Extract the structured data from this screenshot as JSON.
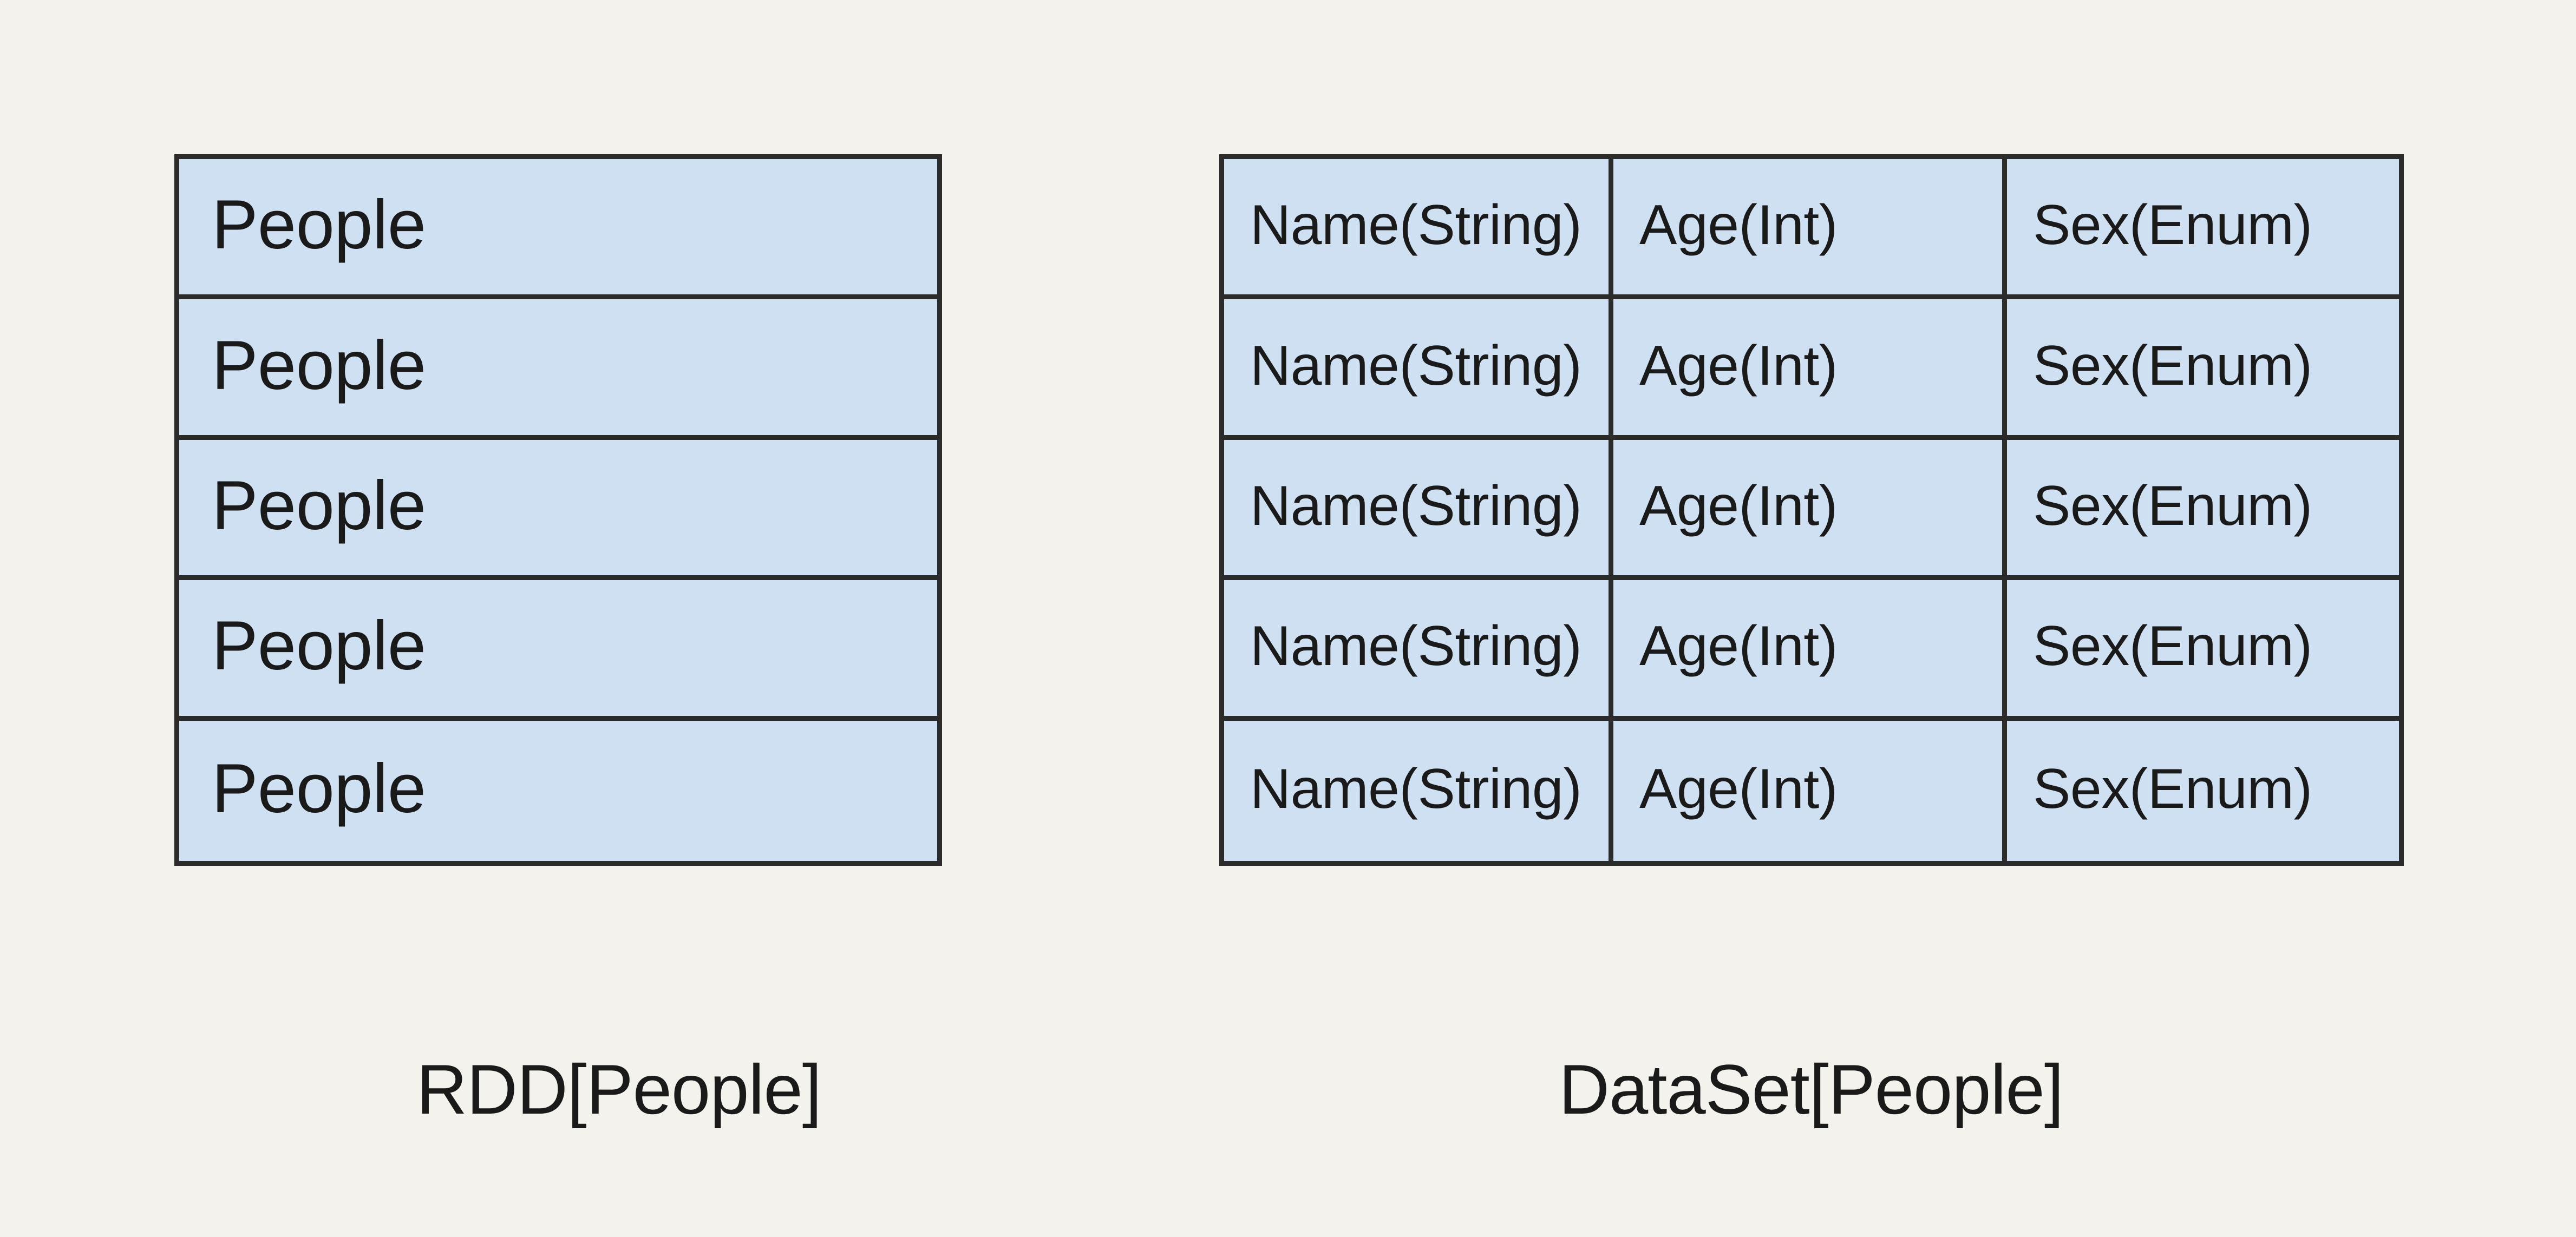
{
  "background_color": "#f4f2ed",
  "cell_fill_color": "#cfe0f3",
  "border_color": "#2b2b2b",
  "text_color": "#1a1a1a",
  "diagram": {
    "title": "",
    "type": "comparison-diagram",
    "panels": [
      {
        "id": "rdd",
        "caption": "RDD[People]",
        "columns": [
          "People"
        ],
        "rows": [
          {
            "cells": [
              "People"
            ]
          },
          {
            "cells": [
              "People"
            ]
          },
          {
            "cells": [
              "People"
            ]
          },
          {
            "cells": [
              "People"
            ]
          },
          {
            "cells": [
              "People"
            ]
          }
        ]
      },
      {
        "id": "dataset",
        "caption": "DataSet[People]",
        "columns": [
          "Name(String)",
          "Age(Int)",
          "Sex(Enum)"
        ],
        "rows": [
          {
            "cells": [
              "Name(String)",
              "Age(Int)",
              "Sex(Enum)"
            ]
          },
          {
            "cells": [
              "Name(String)",
              "Age(Int)",
              "Sex(Enum)"
            ]
          },
          {
            "cells": [
              "Name(String)",
              "Age(Int)",
              "Sex(Enum)"
            ]
          },
          {
            "cells": [
              "Name(String)",
              "Age(Int)",
              "Sex(Enum)"
            ]
          },
          {
            "cells": [
              "Name(String)",
              "Age(Int)",
              "Sex(Enum)"
            ]
          }
        ]
      }
    ]
  }
}
